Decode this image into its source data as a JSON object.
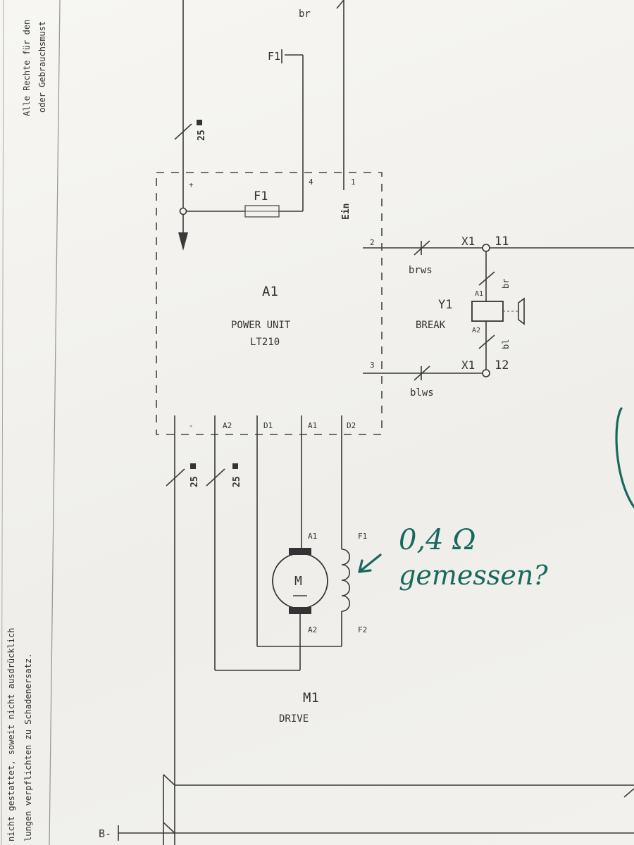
{
  "margin_notes": {
    "top_line1": "Alle Rechte für den",
    "top_line2": "oder Gebrauchsmust",
    "bottom_line1": "nicht gestattet, soweit nicht ausdrücklich",
    "bottom_line2": "lungen verpflichten zu Schadenersatz."
  },
  "top": {
    "ein": "Ein",
    "br": "br",
    "f1_ref": "F1"
  },
  "wire_gauge": "25",
  "power_unit": {
    "ref": "A1",
    "name": "POWER UNIT",
    "model": "LT210",
    "terminals_top": {
      "plus": "+",
      "t4": "4",
      "t1": "1"
    },
    "fuse_label": "F1",
    "ein_label": "Ein",
    "side_terminals": {
      "t2": "2",
      "t3": "3"
    },
    "bottom_terminals": [
      "-",
      "A2",
      "D1",
      "A1",
      "D2"
    ]
  },
  "brake": {
    "ref": "Y1",
    "name": "BREAK",
    "x1_top": "X1",
    "pin_top": "11",
    "x1_bottom": "X1",
    "pin_bottom": "12",
    "coil_a1": "A1",
    "coil_a2": "A2",
    "wire_br": "br",
    "wire_bl": "bl",
    "wire_brws": "brws",
    "wire_blws": "blws"
  },
  "motor": {
    "ref": "M1",
    "name": "DRIVE",
    "symbol": "M",
    "armature_a1": "A1",
    "armature_a2": "A2",
    "field_f1": "F1",
    "field_f2": "F2"
  },
  "battery": {
    "label": "B-"
  },
  "handwritten": {
    "line1": "0,4 Ω",
    "line2": "gemessen?"
  }
}
